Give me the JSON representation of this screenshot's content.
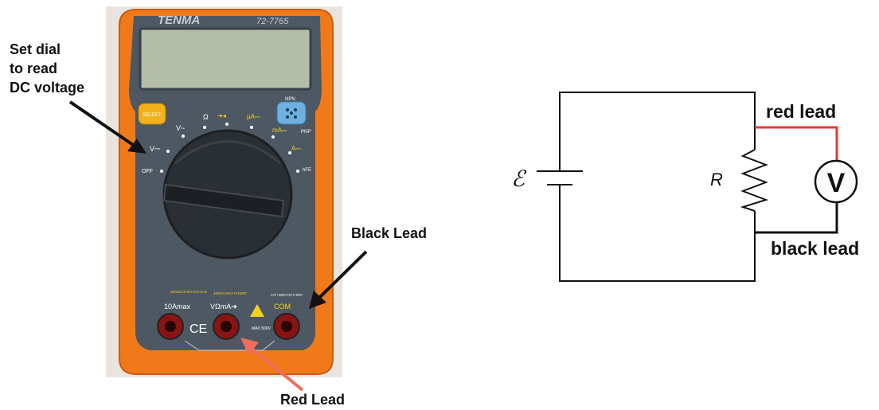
{
  "meter": {
    "brand": "TENMA",
    "model": "72-7765",
    "select_label": "SELECT",
    "npn_label": "NPN",
    "pnp_label": "PNP",
    "dial": {
      "off": "OFF",
      "vdc": "V⎓",
      "vac": "V~",
      "ohm": "Ω",
      "diode": "➔◂",
      "ua": "µA⎓",
      "ma": "mA⎓",
      "a": "A⎓",
      "hfe": "hFE"
    },
    "ports": {
      "amp_label": "10Amax",
      "amp_note": "UNFUSED 10A MAX EACH 15 min",
      "vma_label": "VΩmA➔",
      "vma_note": "400mA MAX FUSED",
      "com_label": "COM",
      "com_note": "CAT I 600V CAT II 300V",
      "max_note": "MAX 500V",
      "ce_mark": "CE"
    }
  },
  "annotations": {
    "set_dial": [
      "Set dial",
      "to read",
      "DC voltage"
    ],
    "black_lead": "Black Lead",
    "red_lead": "Red Lead"
  },
  "circuit": {
    "emf_symbol": "ℰ",
    "resistor_symbol": "R",
    "voltmeter_symbol": "V",
    "red_lead_label": "red lead",
    "black_lead_label": "black lead"
  },
  "colors": {
    "meter_orange": "#f07a1a",
    "meter_gray": "#4e5863",
    "lcd": "#b4bda8",
    "red_wire": "#e53935",
    "arrow_red": "#f26c5b",
    "black": "#111111"
  }
}
